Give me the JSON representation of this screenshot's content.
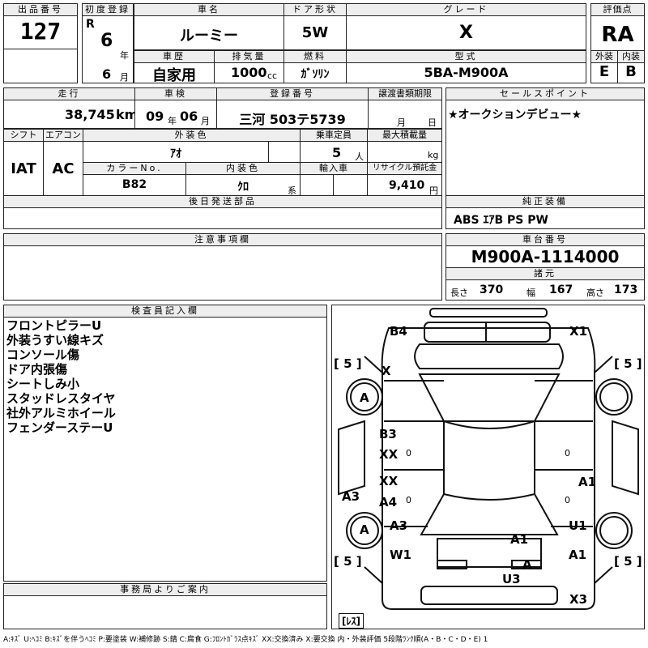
{
  "header": {
    "lot_label": "出品番号",
    "lot_value": "127",
    "first_reg_label": "初度登録",
    "era_mark": "R",
    "first_reg_year": "6",
    "year_unit": "年",
    "first_reg_month": "6",
    "month_unit": "月",
    "car_name_label": "車名",
    "car_name": "ルーミー",
    "door_label": "ドア形状",
    "door_value": "5W",
    "grade_label": "グレード",
    "grade_value": "X",
    "score_label": "評価点",
    "score_value": "RA",
    "history_label": "車歴",
    "history_value": "自家用",
    "displacement_label": "排気量",
    "displacement_value": "1000",
    "displacement_unit": "cc",
    "fuel_label": "燃料",
    "fuel_value": "ｶﾞｿﾘﾝ",
    "model_label": "型式",
    "model_value": "5BA-M900A",
    "exterior_label": "外装",
    "exterior_value": "E",
    "interior_label": "内装",
    "interior_value": "B"
  },
  "row2": {
    "mileage_label": "走行",
    "mileage_value": "38,745",
    "mileage_unit": "km",
    "inspection_label": "車検",
    "insp_year": "09",
    "insp_year_unit": "年",
    "insp_month": "06",
    "insp_month_unit": "月",
    "plate_label": "登録番号",
    "plate_value": "三河 503テ5739",
    "transfer_label": "譲渡書類期限",
    "transfer_month_unit": "月",
    "transfer_day_unit": "日",
    "shift_label": "シフト",
    "shift_value": "IAT",
    "ac_label": "エアコン",
    "ac_value": "AC",
    "ext_color_label": "外装色",
    "ext_color_value": "ｱｵ",
    "capacity_label": "乗車定員",
    "capacity_value": "5",
    "capacity_unit": "人",
    "maxload_label": "最大積載量",
    "maxload_unit": "kg",
    "colorno_label": "カラーNo.",
    "colorno_value": "B82",
    "int_color_label": "内装色",
    "int_color_value": "ｸﾛ",
    "int_color_unit": "系",
    "import_label": "輸入車",
    "recycle_label": "リサイクル預託金",
    "recycle_value": "9,410",
    "recycle_unit": "円",
    "later_label": "後日発送部品"
  },
  "sales": {
    "label": "セールスポイント",
    "text": "★オークションデビュー★",
    "equip_label": "純正装備",
    "equip_value": "ABS ｴｱB PS PW"
  },
  "caution": {
    "label": "注意事項欄"
  },
  "chassis": {
    "label": "車台番号",
    "value": "M900A-1114000",
    "spec_label": "諸元",
    "len_label": "長さ",
    "len_value": "370",
    "width_label": "幅",
    "width_value": "167",
    "height_label": "高さ",
    "height_value": "173"
  },
  "inspector": {
    "label": "検査員記入欄",
    "lines": [
      "フロントピラーU",
      "外装うすい線キズ",
      "コンソール傷",
      "ドア内張傷",
      "シートしみ小",
      "スタッドレスタイヤ",
      "社外アルミホイール",
      "フェンダーステーU"
    ]
  },
  "office": {
    "label": "事務局よりご案内"
  },
  "diagram": {
    "tire_fl": "[ 5 ]",
    "tire_fr": "[ 5 ]",
    "tire_rl": "[ 5 ]",
    "tire_rr": "[ 5 ]",
    "marks": {
      "b4": "B4",
      "x1": "X1",
      "x_front_left": "X",
      "a_tire_fl": "A",
      "b3": "B3",
      "xx_1": "XX",
      "xx_2": "XX",
      "a4": "A4",
      "a3_left": "A3",
      "a3_mid": "A3",
      "a1_right_door": "A1",
      "a_tire_rl": "A",
      "u1": "U1",
      "a1_mid": "A1",
      "w1": "W1",
      "a1_rear_right": "A1",
      "a_rear": "A",
      "u3": "U3",
      "x3": "X3",
      "zero1": "0",
      "zero2": "0",
      "zero3": "0",
      "zero4": "0"
    },
    "reskey": "[ﾚｽ]"
  },
  "legend": "A:ｷｽﾞ U:ﾍｺﾐ B:ｷｽﾞを伴うﾍｺﾐ P:要塗装 W:補修跡 S:錆 C:腐食 G:ﾌﾛﾝﾄｶﾞﾗｽ点ｷｽﾞ XX:交換済み X:要交換 内・外装評価 5段階ﾗﾝｸ順(A・B・C・D・E) 1"
}
